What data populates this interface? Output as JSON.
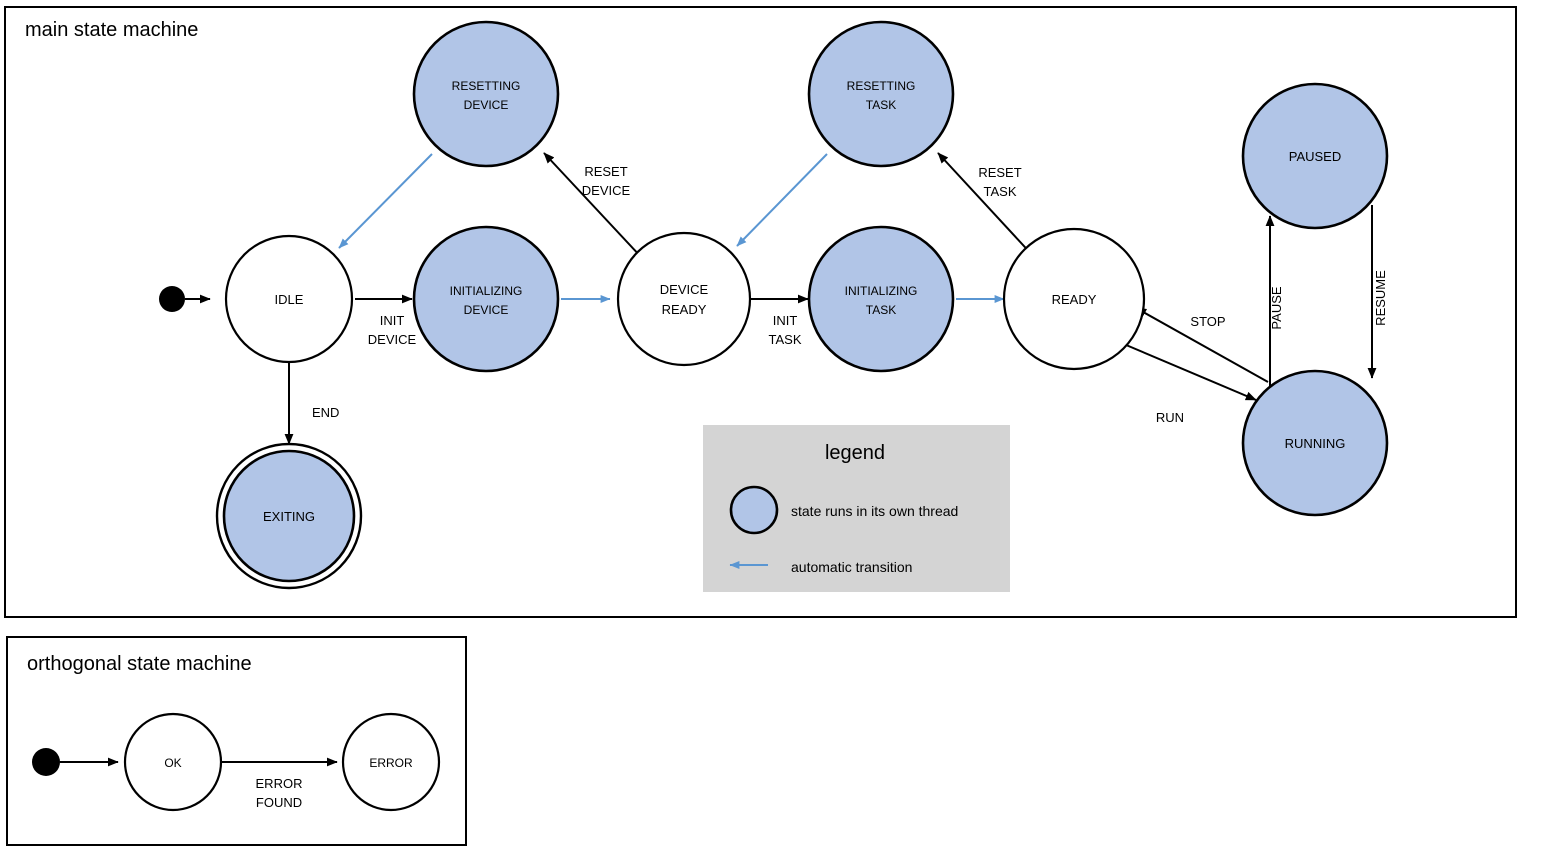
{
  "panels": {
    "main": {
      "title": "main state machine"
    },
    "orthogonal": {
      "title": "orthogonal state machine"
    }
  },
  "colors": {
    "thread_state_fill": "#b1c5e7",
    "plain_state_fill": "#ffffff",
    "automatic_transition": "#5a96d2",
    "normal_transition": "#000000",
    "legend_background": "#d4d4d4",
    "frame_stroke": "#000000"
  },
  "main_states": {
    "idle": {
      "label": "IDLE",
      "kind": "plain"
    },
    "initializing_device": {
      "label_line1": "INITIALIZING",
      "label_line2": "DEVICE",
      "kind": "thread"
    },
    "resetting_device": {
      "label_line1": "RESETTING",
      "label_line2": "DEVICE",
      "kind": "thread"
    },
    "device_ready": {
      "label_line1": "DEVICE",
      "label_line2": "READY",
      "kind": "plain"
    },
    "initializing_task": {
      "label_line1": "INITIALIZING",
      "label_line2": "TASK",
      "kind": "thread"
    },
    "resetting_task": {
      "label_line1": "RESETTING",
      "label_line2": "TASK",
      "kind": "thread"
    },
    "ready": {
      "label": "READY",
      "kind": "plain"
    },
    "paused": {
      "label": "PAUSED",
      "kind": "thread"
    },
    "running": {
      "label": "RUNNING",
      "kind": "thread"
    },
    "exiting": {
      "label": "EXITING",
      "kind": "thread-final"
    }
  },
  "main_transitions": {
    "init_device": {
      "line1": "INIT",
      "line2": "DEVICE",
      "from": "IDLE",
      "to": "INITIALIZING DEVICE",
      "type": "event"
    },
    "device_ready_auto": {
      "label": "",
      "from": "INITIALIZING DEVICE",
      "to": "DEVICE READY",
      "type": "automatic"
    },
    "reset_device": {
      "line1": "RESET",
      "line2": "DEVICE",
      "from": "DEVICE READY",
      "to": "RESETTING DEVICE",
      "type": "event"
    },
    "resetting_device_auto": {
      "label": "",
      "from": "RESETTING DEVICE",
      "to": "IDLE",
      "type": "automatic"
    },
    "init_task": {
      "line1": "INIT",
      "line2": "TASK",
      "from": "DEVICE READY",
      "to": "INITIALIZING TASK",
      "type": "event"
    },
    "ready_auto": {
      "label": "",
      "from": "INITIALIZING TASK",
      "to": "READY",
      "type": "automatic"
    },
    "reset_task": {
      "line1": "RESET",
      "line2": "TASK",
      "from": "READY",
      "to": "RESETTING TASK",
      "type": "event"
    },
    "resetting_task_auto": {
      "label": "",
      "from": "RESETTING TASK",
      "to": "DEVICE READY",
      "type": "automatic"
    },
    "end": {
      "label": "END",
      "from": "IDLE",
      "to": "EXITING",
      "type": "event"
    },
    "run": {
      "label": "RUN",
      "from": "READY",
      "to": "RUNNING",
      "type": "event"
    },
    "stop": {
      "label": "STOP",
      "from": "RUNNING",
      "to": "READY",
      "type": "event"
    },
    "pause": {
      "label": "PAUSE",
      "from": "RUNNING",
      "to": "PAUSED",
      "type": "event"
    },
    "resume": {
      "label": "RESUME",
      "from": "PAUSED",
      "to": "RUNNING",
      "type": "event"
    }
  },
  "orthogonal_states": {
    "ok": {
      "label": "OK",
      "kind": "plain"
    },
    "error": {
      "label": "ERROR",
      "kind": "plain"
    }
  },
  "orthogonal_transitions": {
    "error_found": {
      "line1": "ERROR",
      "line2": "FOUND",
      "from": "OK",
      "to": "ERROR",
      "type": "event"
    }
  },
  "legend": {
    "title": "legend",
    "items": [
      {
        "symbol": "filled-circle",
        "text": "state runs in its own thread"
      },
      {
        "symbol": "blue-arrow-left",
        "text": "automatic transition"
      }
    ]
  }
}
